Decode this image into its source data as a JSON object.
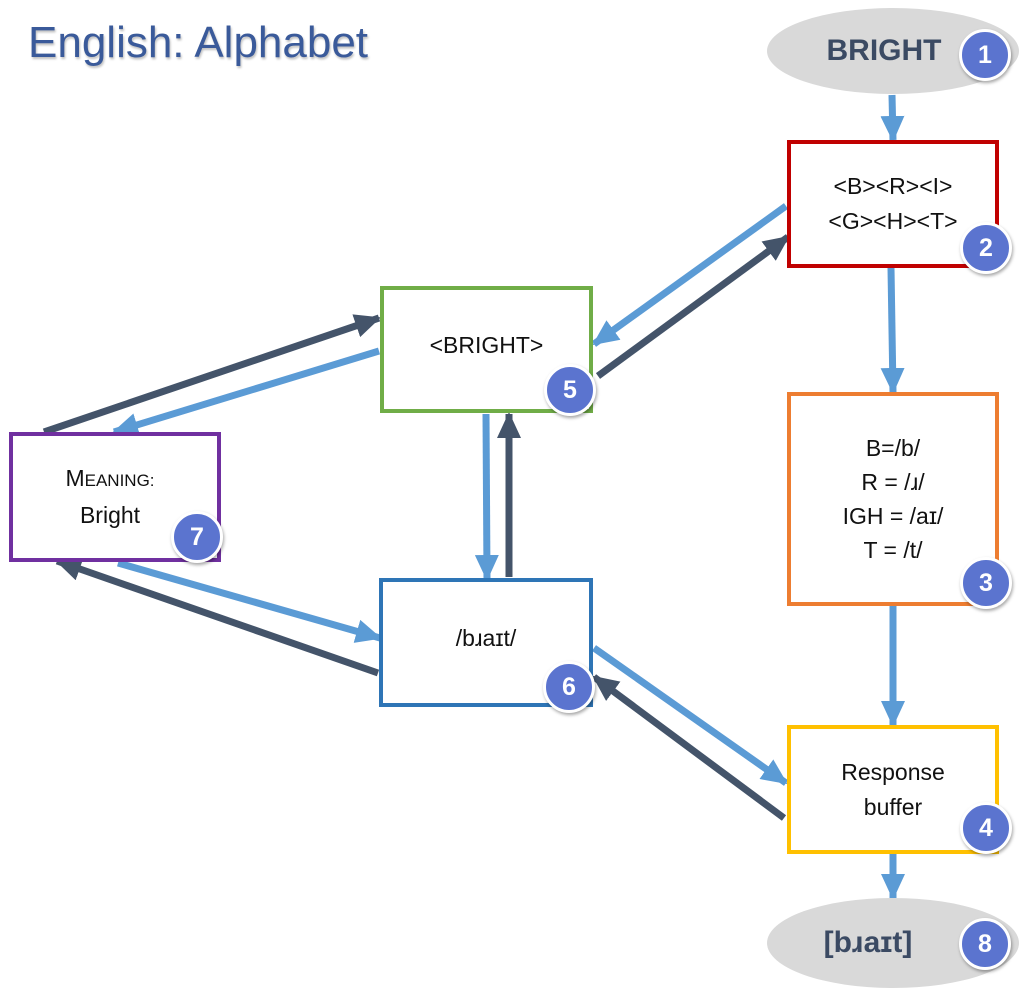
{
  "title": "English: Alphabet",
  "input": {
    "text": "BRIGHT",
    "badge": "1"
  },
  "letters": {
    "line1": "<B><R><I>",
    "line2": "<G><H><T>",
    "badge": "2"
  },
  "rules": {
    "lines": [
      "B=/b/",
      "R = /ɹ/",
      "IGH = /aɪ/",
      "T = /t/"
    ],
    "badge": "3"
  },
  "buffer": {
    "line1": "Response",
    "line2": "buffer",
    "badge": "4"
  },
  "orthographic": {
    "text": "<BRIGHT>",
    "badge": "5"
  },
  "phonological": {
    "text": "/bɹaɪt/",
    "badge": "6"
  },
  "meaning": {
    "label_first": "M",
    "label_rest": "EANING:",
    "value": "Bright",
    "badge": "7"
  },
  "output": {
    "text": "[bɹaɪt]",
    "badge": "8"
  },
  "colors": {
    "arrow_light": "#5b9bd5",
    "arrow_dark": "#44546a",
    "letters_border": "#c00000",
    "rules_border": "#ed7d31",
    "buffer_border": "#ffc000",
    "orthographic_border": "#70ad47",
    "phonological_border": "#2e75b6",
    "meaning_border": "#7030a0",
    "ellipse_fill": "#d9d9d9",
    "badge_fill": "#5b74cf"
  }
}
